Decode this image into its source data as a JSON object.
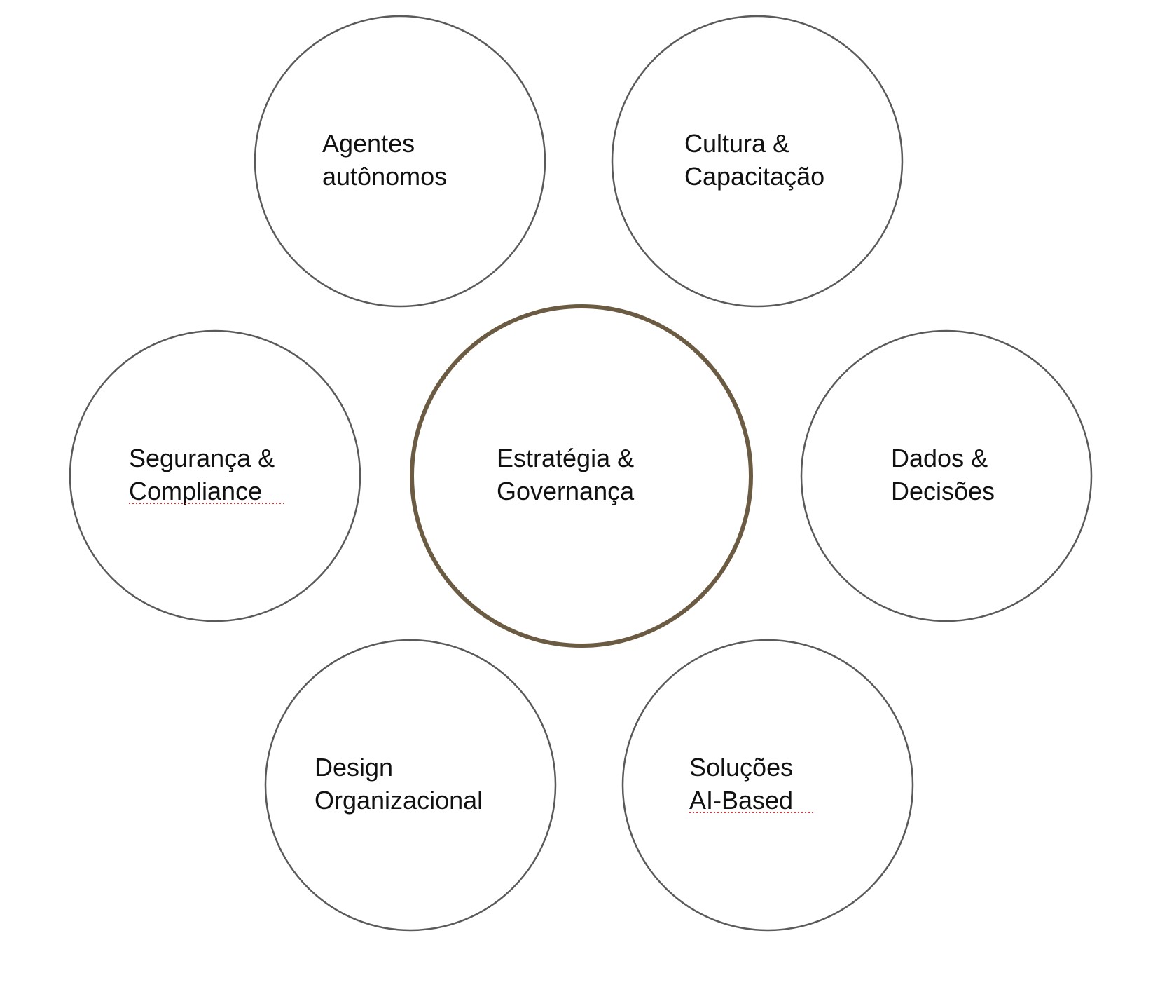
{
  "diagram": {
    "center_color": "#6b5b43",
    "outline_color": "#5a5a5a",
    "spellcheck_color": "#d23b3b",
    "center": {
      "line1": "Estratégia &",
      "line2": "Governança"
    },
    "nodes": [
      {
        "id": "agentes",
        "line1": "Agentes",
        "line2": "autônomos"
      },
      {
        "id": "cultura",
        "line1": "Cultura &",
        "line2": "Capacitação"
      },
      {
        "id": "seguranca",
        "line1": "Segurança &",
        "line2": "Compliance"
      },
      {
        "id": "dados",
        "line1": "Dados &",
        "line2": "Decisões"
      },
      {
        "id": "design",
        "line1": "Design",
        "line2": "Organizacional"
      },
      {
        "id": "solucoes",
        "line1": "Soluções",
        "line2": "AI-Based"
      }
    ]
  }
}
